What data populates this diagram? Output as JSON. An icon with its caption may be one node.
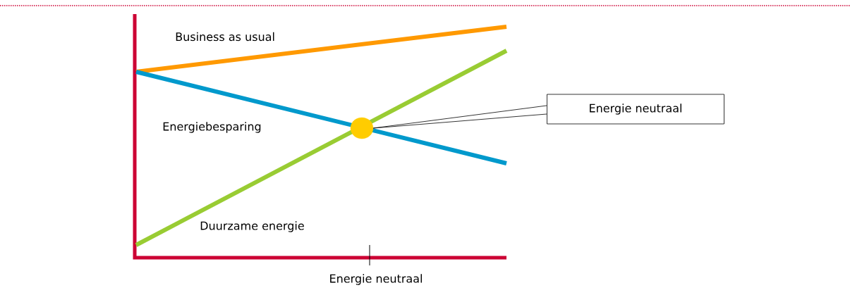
{
  "diagram": {
    "nodes": [
      {
        "text": [
          "Energie neutraal"
        ]
      },
      {
        "text": [],
        "shape": "circle"
      }
    ],
    "edges": [
      {
        "from": 0,
        "to": 1,
        "arrow": "none"
      }
    ],
    "labels": [
      "Business as usual",
      "Energiebesparing",
      "Duurzame energie",
      "Energie neutraal"
    ]
  }
}
